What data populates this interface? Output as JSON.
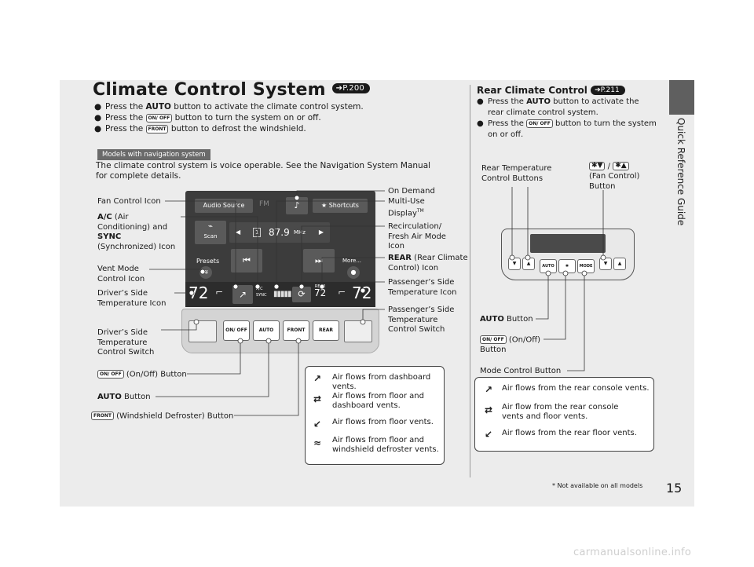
{
  "page": {
    "section_tab": "Quick Reference Guide",
    "title": "Climate Control System",
    "title_ref": "P.200",
    "page_number": "15",
    "footnote": "* Not available on all models",
    "watermark": "carmanualsonline.info"
  },
  "intro": {
    "bullet1_pre": "Press the ",
    "bullet1_bold": "AUTO",
    "bullet1_post": " button to activate the climate control system.",
    "bullet2_pre": "Press the ",
    "bullet2_post": " button to turn the system on or off.",
    "bullet3_pre": "Press the ",
    "bullet3_post": " button to defrost the windshield.",
    "icon_onoff": "ON/ OFF",
    "icon_front": "FRONT"
  },
  "nav": {
    "badge": "Models with navigation system",
    "text": "The climate control system is voice operable. See the Navigation System Manual for complete details."
  },
  "screen": {
    "audio_source": "Audio Source",
    "fm": "FM",
    "shortcuts": "★  Shortcuts",
    "scan": "Scan",
    "freq": "87.9",
    "mhz": "MHz",
    "preset_num": "1",
    "presets": "Presets",
    "more": "More...",
    "temp_left": "72",
    "temp_right": "72",
    "rear_small": "REAR",
    "rear_temp": "72",
    "ac_small": "A/C",
    "sync_small": "SYNC"
  },
  "panel": {
    "onoff": "ON/ OFF",
    "auto": "AUTO",
    "front": "FRONT",
    "rear": "REAR"
  },
  "callouts_left": {
    "fan": "Fan Control Icon",
    "ac_bold1": "A/C",
    "ac_l1": " (Air",
    "ac_l2": "Conditioning) and",
    "ac_bold2": "SYNC",
    "ac_l3": "(Synchronized) Icon",
    "vent_l1": "Vent Mode",
    "vent_l2": "Control Icon",
    "dtemp_l1": "Driver’s Side",
    "dtemp_l2": "Temperature Icon",
    "dsw_l1": "Driver’s Side",
    "dsw_l2": "Temperature",
    "dsw_l3": "Control Switch",
    "onoff_btn": "(On/Off) Button",
    "auto_bold": "AUTO",
    "auto_post": " Button",
    "wsd": "(Windshield Defroster) Button"
  },
  "callouts_right": {
    "od_l1": "On Demand",
    "od_l2": "Multi-Use",
    "od_l3": "Display",
    "od_tm": "TM",
    "recirc_l1": "Recirculation/",
    "recirc_l2": "Fresh Air Mode",
    "recirc_l3": "Icon",
    "rear_bold": "REAR",
    "rear_l1": " (Rear Climate",
    "rear_l2": "Control) Icon",
    "ptemp_l1": "Passenger’s Side",
    "ptemp_l2": "Temperature Icon",
    "psw_l1": "Passenger’s Side",
    "psw_l2": "Temperature",
    "psw_l3": "Control Switch"
  },
  "legend_front": [
    {
      "icon": "↗",
      "text": "Air flows from dashboard vents."
    },
    {
      "icon": "⇄",
      "text": "Air flows from floor and dashboard vents."
    },
    {
      "icon": "↙",
      "text": "Air flows from floor vents."
    },
    {
      "icon": "≈",
      "text": "Air flows from floor and windshield defroster vents."
    }
  ],
  "rear": {
    "title": "Rear Climate Control",
    "ref": "P.211",
    "b1_pre": "Press the ",
    "b1_bold": "AUTO",
    "b1_post": " button to activate the",
    "b1_l2": "rear climate control system.",
    "b2_pre": "Press the ",
    "b2_post": " button to turn the system",
    "b2_l2": "on or off.",
    "temp_btns_l1": "Rear Temperature",
    "temp_btns_l2": "Control Buttons",
    "fan_slash": "/",
    "fan_l1": "(Fan Control)",
    "fan_l2": "Button",
    "auto_bold": "AUTO",
    "auto_post": " Button",
    "onoff_l1": "(On/Off)",
    "onoff_l2": "Button",
    "mode": "Mode Control Button",
    "unit_auto": "AUTO",
    "unit_mode": "MODE"
  },
  "legend_rear": [
    {
      "icon": "↗",
      "text": "Air flows from the rear console vents."
    },
    {
      "icon": "⇄",
      "text": "Air flow from the rear console vents and floor vents."
    },
    {
      "icon": "↙",
      "text": "Air flows from the rear floor vents."
    }
  ]
}
